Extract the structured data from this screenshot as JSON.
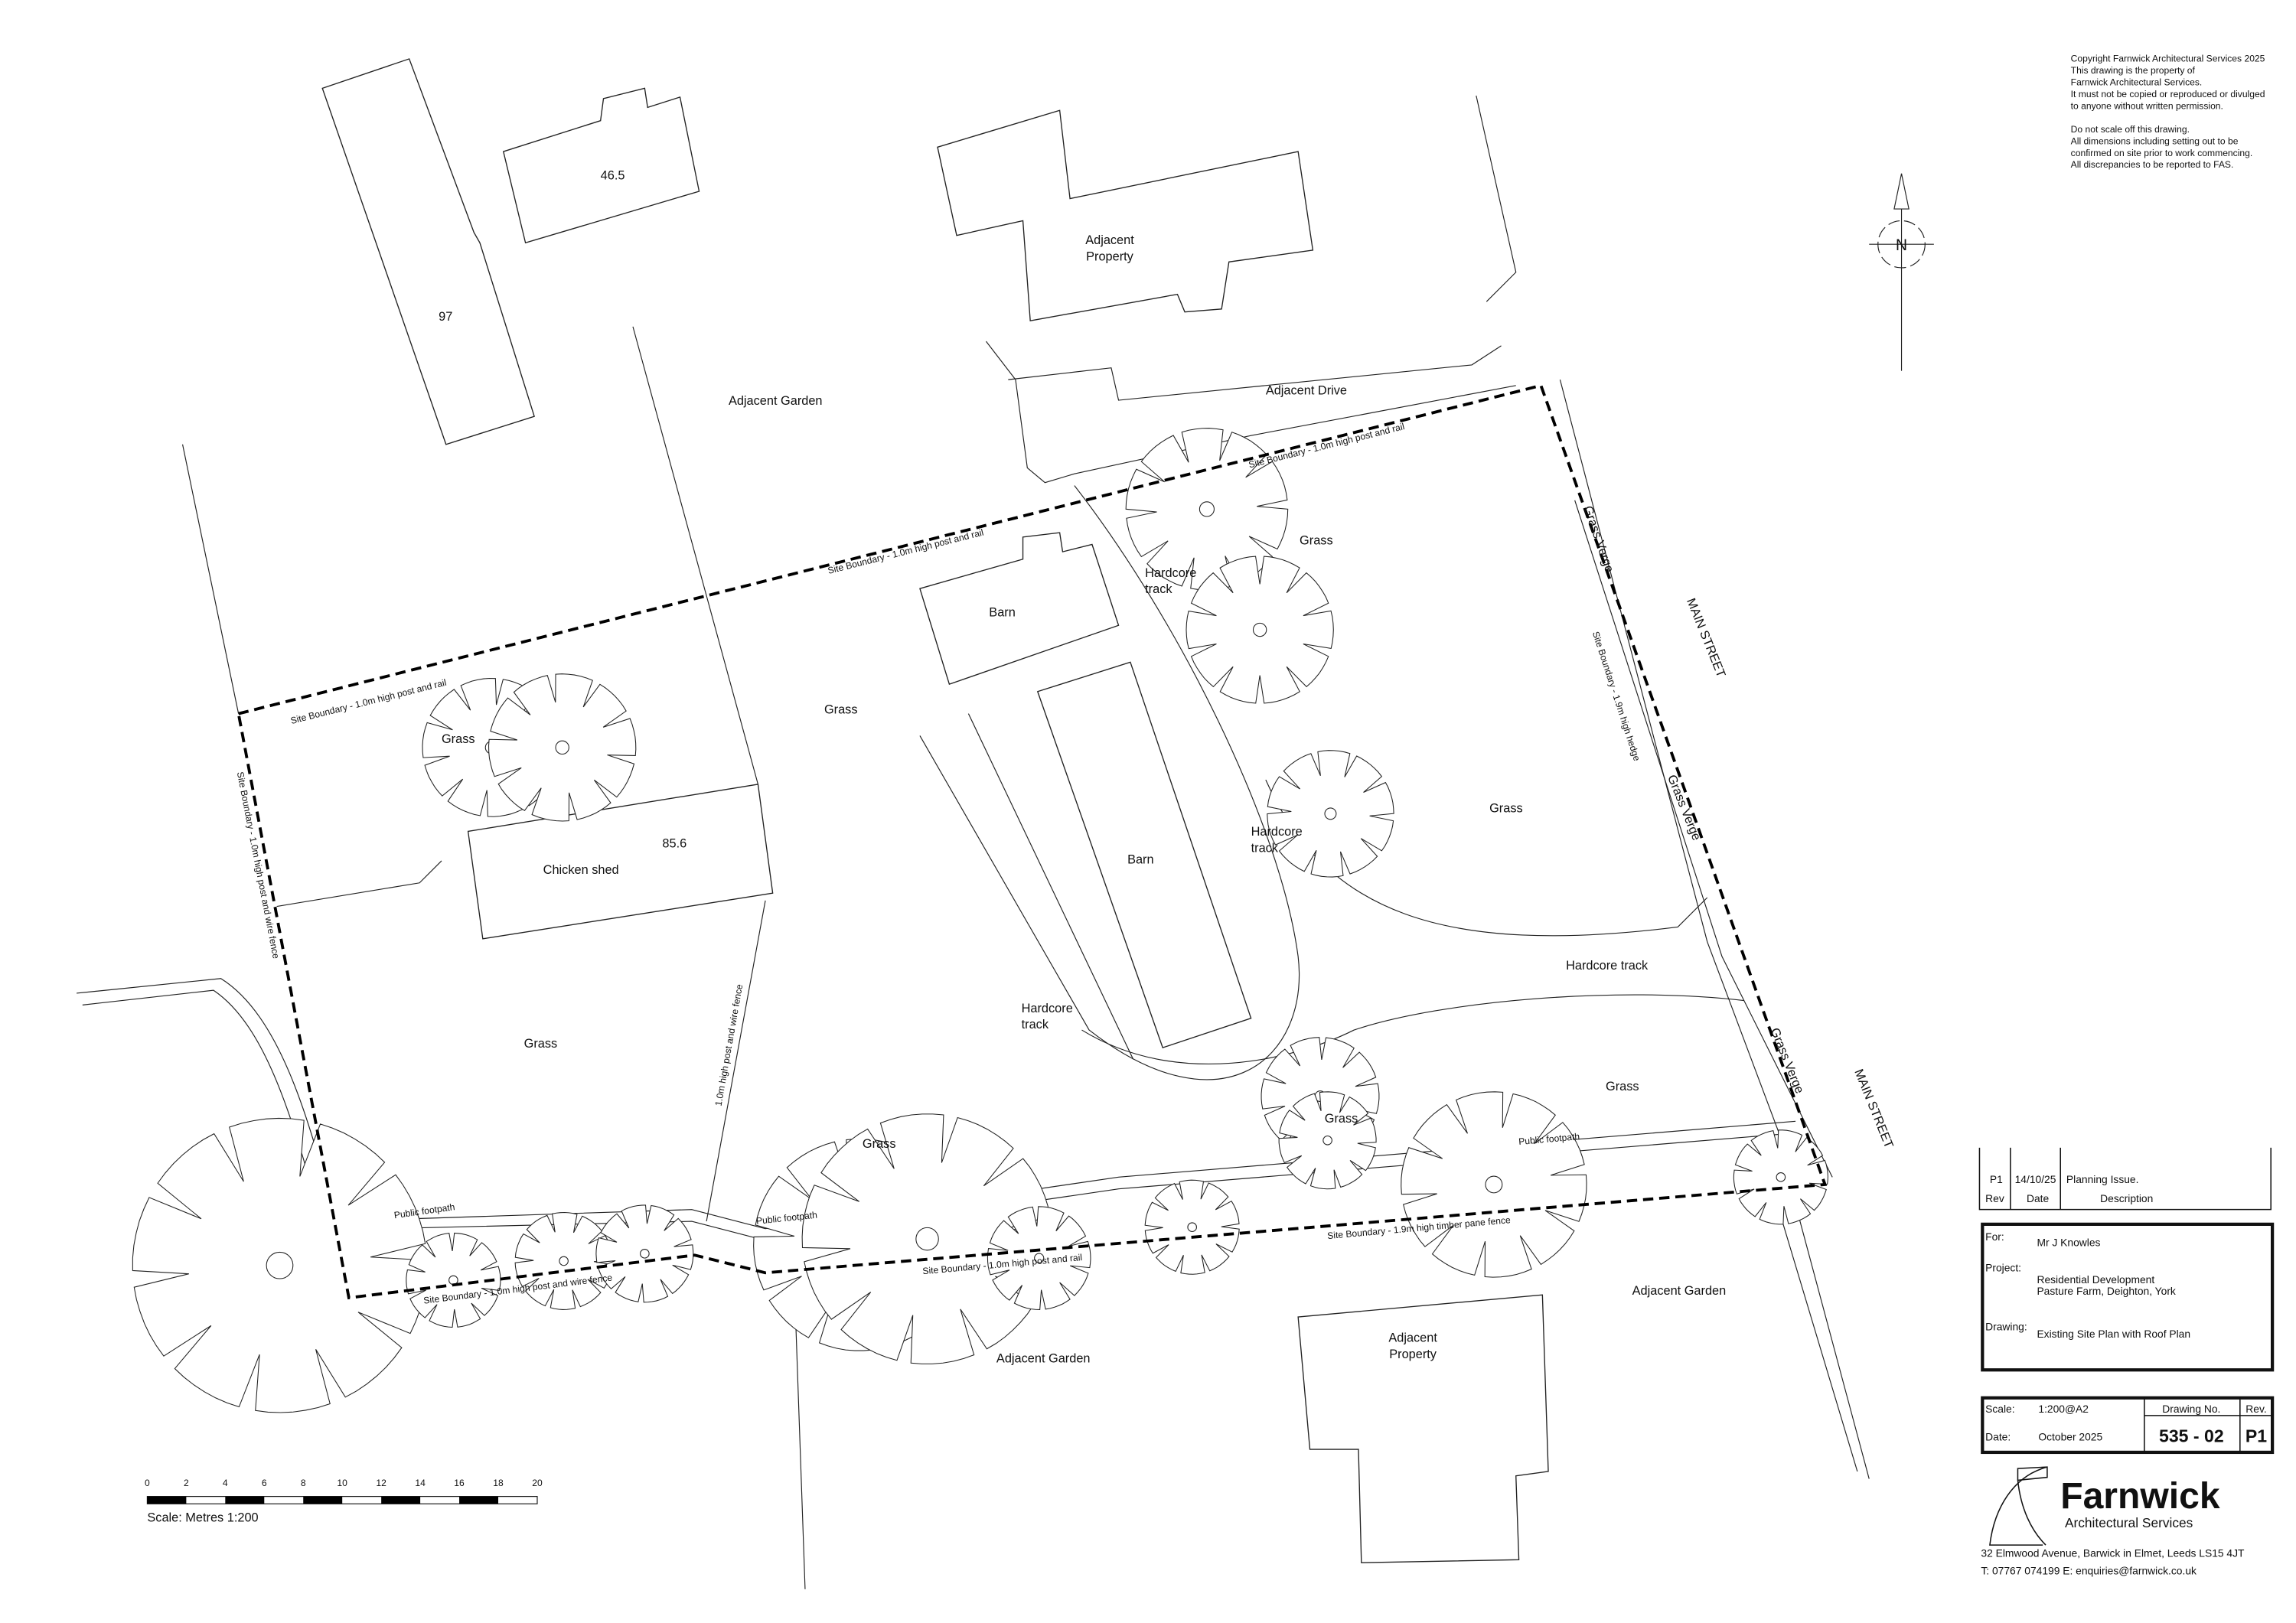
{
  "notes": {
    "copyright": [
      "Copyright Farnwick Architectural Services 2025",
      "This drawing is the property of",
      "Farnwick Architectural Services.",
      "It must not be copied or reproduced or divulged",
      "to anyone without written permission."
    ],
    "disclaimer": [
      "Do not scale off this drawing.",
      "All dimensions including setting out to be",
      "confirmed on site prior to work commencing.",
      "All discrepancies to be reported to FAS."
    ]
  },
  "north_label": "N",
  "plan": {
    "bld_97": "97",
    "bld_465": "46.5",
    "adjacent_property": [
      "Adjacent",
      "Property"
    ],
    "adjacent_garden": "Adjacent Garden",
    "adjacent_drive": "Adjacent Drive",
    "barn": "Barn",
    "chicken_shed": "Chicken shed",
    "level_856": "85.6",
    "grass": "Grass",
    "hardcore_track": [
      "Hardcore",
      "track"
    ],
    "hardcore_track_single": "Hardcore track",
    "grass_verge": "Grass Verge",
    "main_street": "MAIN STREET",
    "public_footpath": "Public footpath",
    "boundary_post_rail": "Site Boundary - 1.0m high post and rail",
    "boundary_post_wire": "Site Boundary - 1.0m high post and wire fence",
    "boundary_hedge": "Site Boundary - 1.9m high hedge",
    "boundary_timber": "Site Boundary - 1.9m high timber pane fence",
    "post_wire_fence": "1.0m high post and wire fence"
  },
  "scale_bar": {
    "ticks": [
      "0",
      "2",
      "4",
      "6",
      "8",
      "10",
      "12",
      "14",
      "16",
      "18",
      "20"
    ],
    "label": "Scale: Metres 1:200"
  },
  "title_block": {
    "revision": {
      "rev": "P1",
      "date": "14/10/25",
      "description": "Planning Issue.",
      "h_rev": "Rev",
      "h_date": "Date",
      "h_desc": "Description"
    },
    "for_label": "For:",
    "for_value": "Mr J Knowles",
    "project_label": "Project:",
    "project_value": [
      "Residential Development",
      "Pasture Farm, Deighton,  York"
    ],
    "drawing_label": "Drawing:",
    "drawing_value": "Existing Site Plan with Roof Plan",
    "scale_label": "Scale:",
    "scale_value": "1:200@A2",
    "date_label": "Date:",
    "date_value": "October 2025",
    "drawing_no_label": "Drawing No.",
    "drawing_no": "535 - 02",
    "rev_label": "Rev.",
    "rev_value": "P1"
  },
  "company": {
    "name": "Farnwick",
    "subtitle": "Architectural Services",
    "address": "32 Elmwood Avenue, Barwick in Elmet, Leeds LS15 4JT",
    "contact": "T: 07767 074199 E: enquiries@farnwick.co.uk"
  }
}
